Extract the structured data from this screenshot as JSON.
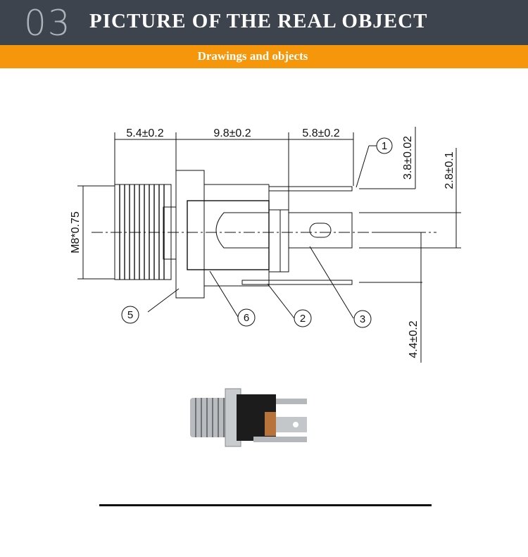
{
  "header": {
    "number": "03",
    "title": "PICTURE OF THE REAL OBJECT"
  },
  "subheader": {
    "title": "Drawings and objects"
  },
  "drawing": {
    "dimensions": {
      "flange_width": "5.4±0.2",
      "body_length": "9.8±0.2",
      "pin_length": "5.8±0.2",
      "top_pin_offset": "3.8±0.02",
      "center_pin_offset": "2.8±0.1",
      "bottom_pin_offset": "4.4±0.2",
      "thread": "M8*0.75"
    },
    "callouts": [
      "1",
      "2",
      "3",
      "5",
      "6"
    ]
  },
  "colors": {
    "header_bg": "#3d444d",
    "accent": "#f5960b"
  }
}
